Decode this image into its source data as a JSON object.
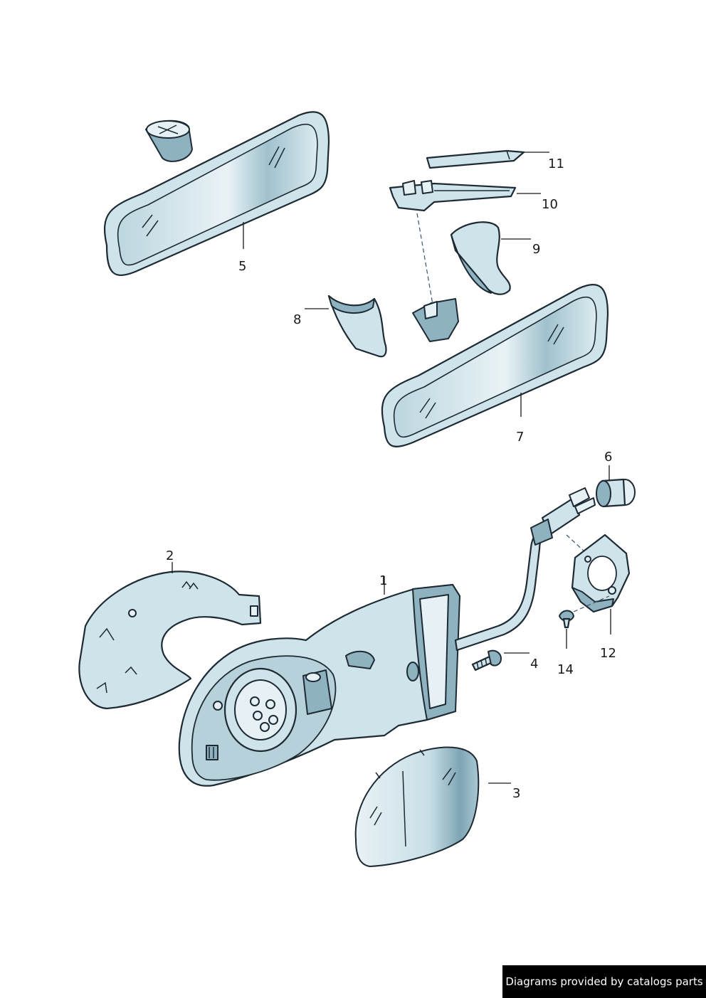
{
  "diagram": {
    "callouts": {
      "c1": "1",
      "c2": "2",
      "c3": "3",
      "c4": "4",
      "c5": "5",
      "c6": "6",
      "c7": "7",
      "c8": "8",
      "c9": "9",
      "c10": "10",
      "c11": "11",
      "c12": "12",
      "c14": "14"
    },
    "colors": {
      "part_fill": "#cfe3ea",
      "part_shade": "#8fb2c0",
      "outline": "#1d2a33"
    }
  },
  "credit": {
    "text": "Diagrams provided by catalogs parts"
  }
}
